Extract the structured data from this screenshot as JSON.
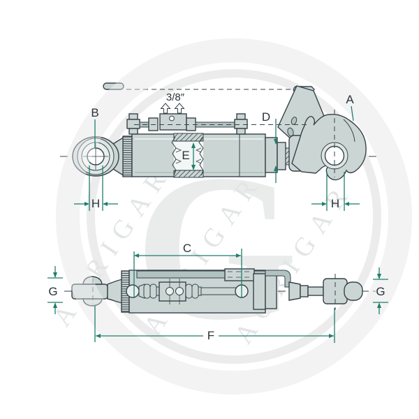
{
  "drawing": {
    "port_label": "3/8″",
    "dims": {
      "a": "A",
      "b": "B",
      "c": "C",
      "d": "D",
      "e": "E",
      "f": "F",
      "g": "G",
      "h": "H"
    },
    "watermark": {
      "monogram": "G",
      "diagonal_text": "AGRIGAR"
    },
    "colors": {
      "line": "#37424a",
      "part": "#cbd6d4",
      "part_light": "#e8efee",
      "part_dark": "#b2c2c0",
      "dim": "#1f7e6b",
      "label": "#2a3338",
      "wm_ring": "#ececec",
      "wm_text": "#e2e5e5",
      "wm_mono": "#e9eceb",
      "bg": "#ffffff"
    }
  }
}
